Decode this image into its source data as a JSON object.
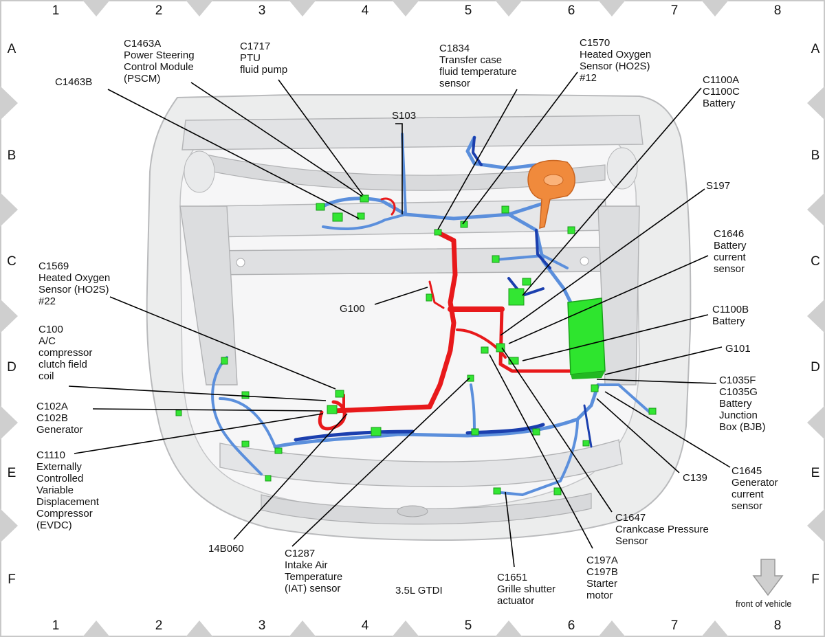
{
  "grid": {
    "columns": [
      "1",
      "2",
      "3",
      "4",
      "5",
      "6",
      "7",
      "8"
    ],
    "rows": [
      "A",
      "B",
      "C",
      "D",
      "E",
      "F"
    ]
  },
  "caption": "3.5L GTDI",
  "front_indicator": "front of vehicle",
  "colors": {
    "wire_red": "#e8191b",
    "wire_blue_light": "#5b8fdc",
    "wire_blue_dark": "#1b3fae",
    "connector_green": "#33e633",
    "module_green": "#2ee52e",
    "tube_orange": "#f08a3c",
    "body_gray": "#d7d8da"
  },
  "callouts": [
    {
      "id": "c1463b",
      "lines": [
        "C1463B"
      ]
    },
    {
      "id": "c1463a",
      "lines": [
        "C1463A",
        "Power Steering",
        "Control Module",
        "(PSCM)"
      ]
    },
    {
      "id": "c1717",
      "lines": [
        "C1717",
        "PTU",
        "fluid pump"
      ]
    },
    {
      "id": "s103",
      "lines": [
        "S103"
      ]
    },
    {
      "id": "c1834",
      "lines": [
        "C1834",
        "Transfer case",
        "fluid temperature",
        "sensor"
      ]
    },
    {
      "id": "c1570",
      "lines": [
        "C1570",
        "Heated Oxygen",
        "Sensor (HO2S)",
        "#12"
      ]
    },
    {
      "id": "c1100a",
      "lines": [
        "C1100A",
        "C1100C",
        "Battery"
      ]
    },
    {
      "id": "s197",
      "lines": [
        "S197"
      ]
    },
    {
      "id": "c1646",
      "lines": [
        "C1646",
        "Battery",
        "current",
        "sensor"
      ]
    },
    {
      "id": "c1100b",
      "lines": [
        "C1100B",
        "Battery"
      ]
    },
    {
      "id": "g101",
      "lines": [
        "G101"
      ]
    },
    {
      "id": "c1035",
      "lines": [
        "C1035F",
        "C1035G",
        "Battery",
        "Junction",
        "Box (BJB)"
      ]
    },
    {
      "id": "c1645",
      "lines": [
        "C1645",
        "Generator",
        "current",
        "sensor"
      ]
    },
    {
      "id": "c139",
      "lines": [
        "C139"
      ]
    },
    {
      "id": "c1647",
      "lines": [
        "C1647",
        "Crankcase Pressure",
        "Sensor"
      ]
    },
    {
      "id": "c197",
      "lines": [
        "C197A",
        "C197B",
        "Starter",
        "motor"
      ]
    },
    {
      "id": "c1651",
      "lines": [
        "C1651",
        "Grille shutter",
        "actuator"
      ]
    },
    {
      "id": "c1287",
      "lines": [
        "C1287",
        "Intake Air",
        "Temperature",
        "(IAT) sensor"
      ]
    },
    {
      "id": "b14b060",
      "lines": [
        "14B060"
      ]
    },
    {
      "id": "c1110",
      "lines": [
        "C1110",
        "Externally",
        "Controlled",
        "Variable",
        "Displacement",
        "Compressor",
        "(EVDC)"
      ]
    },
    {
      "id": "c102",
      "lines": [
        "C102A",
        "C102B",
        "Generator"
      ]
    },
    {
      "id": "c100",
      "lines": [
        "C100",
        "A/C",
        "compressor",
        "clutch field",
        "coil"
      ]
    },
    {
      "id": "c1569",
      "lines": [
        "C1569",
        "Heated Oxygen",
        "Sensor (HO2S)",
        "#22"
      ]
    },
    {
      "id": "g100",
      "lines": [
        "G100"
      ]
    }
  ]
}
